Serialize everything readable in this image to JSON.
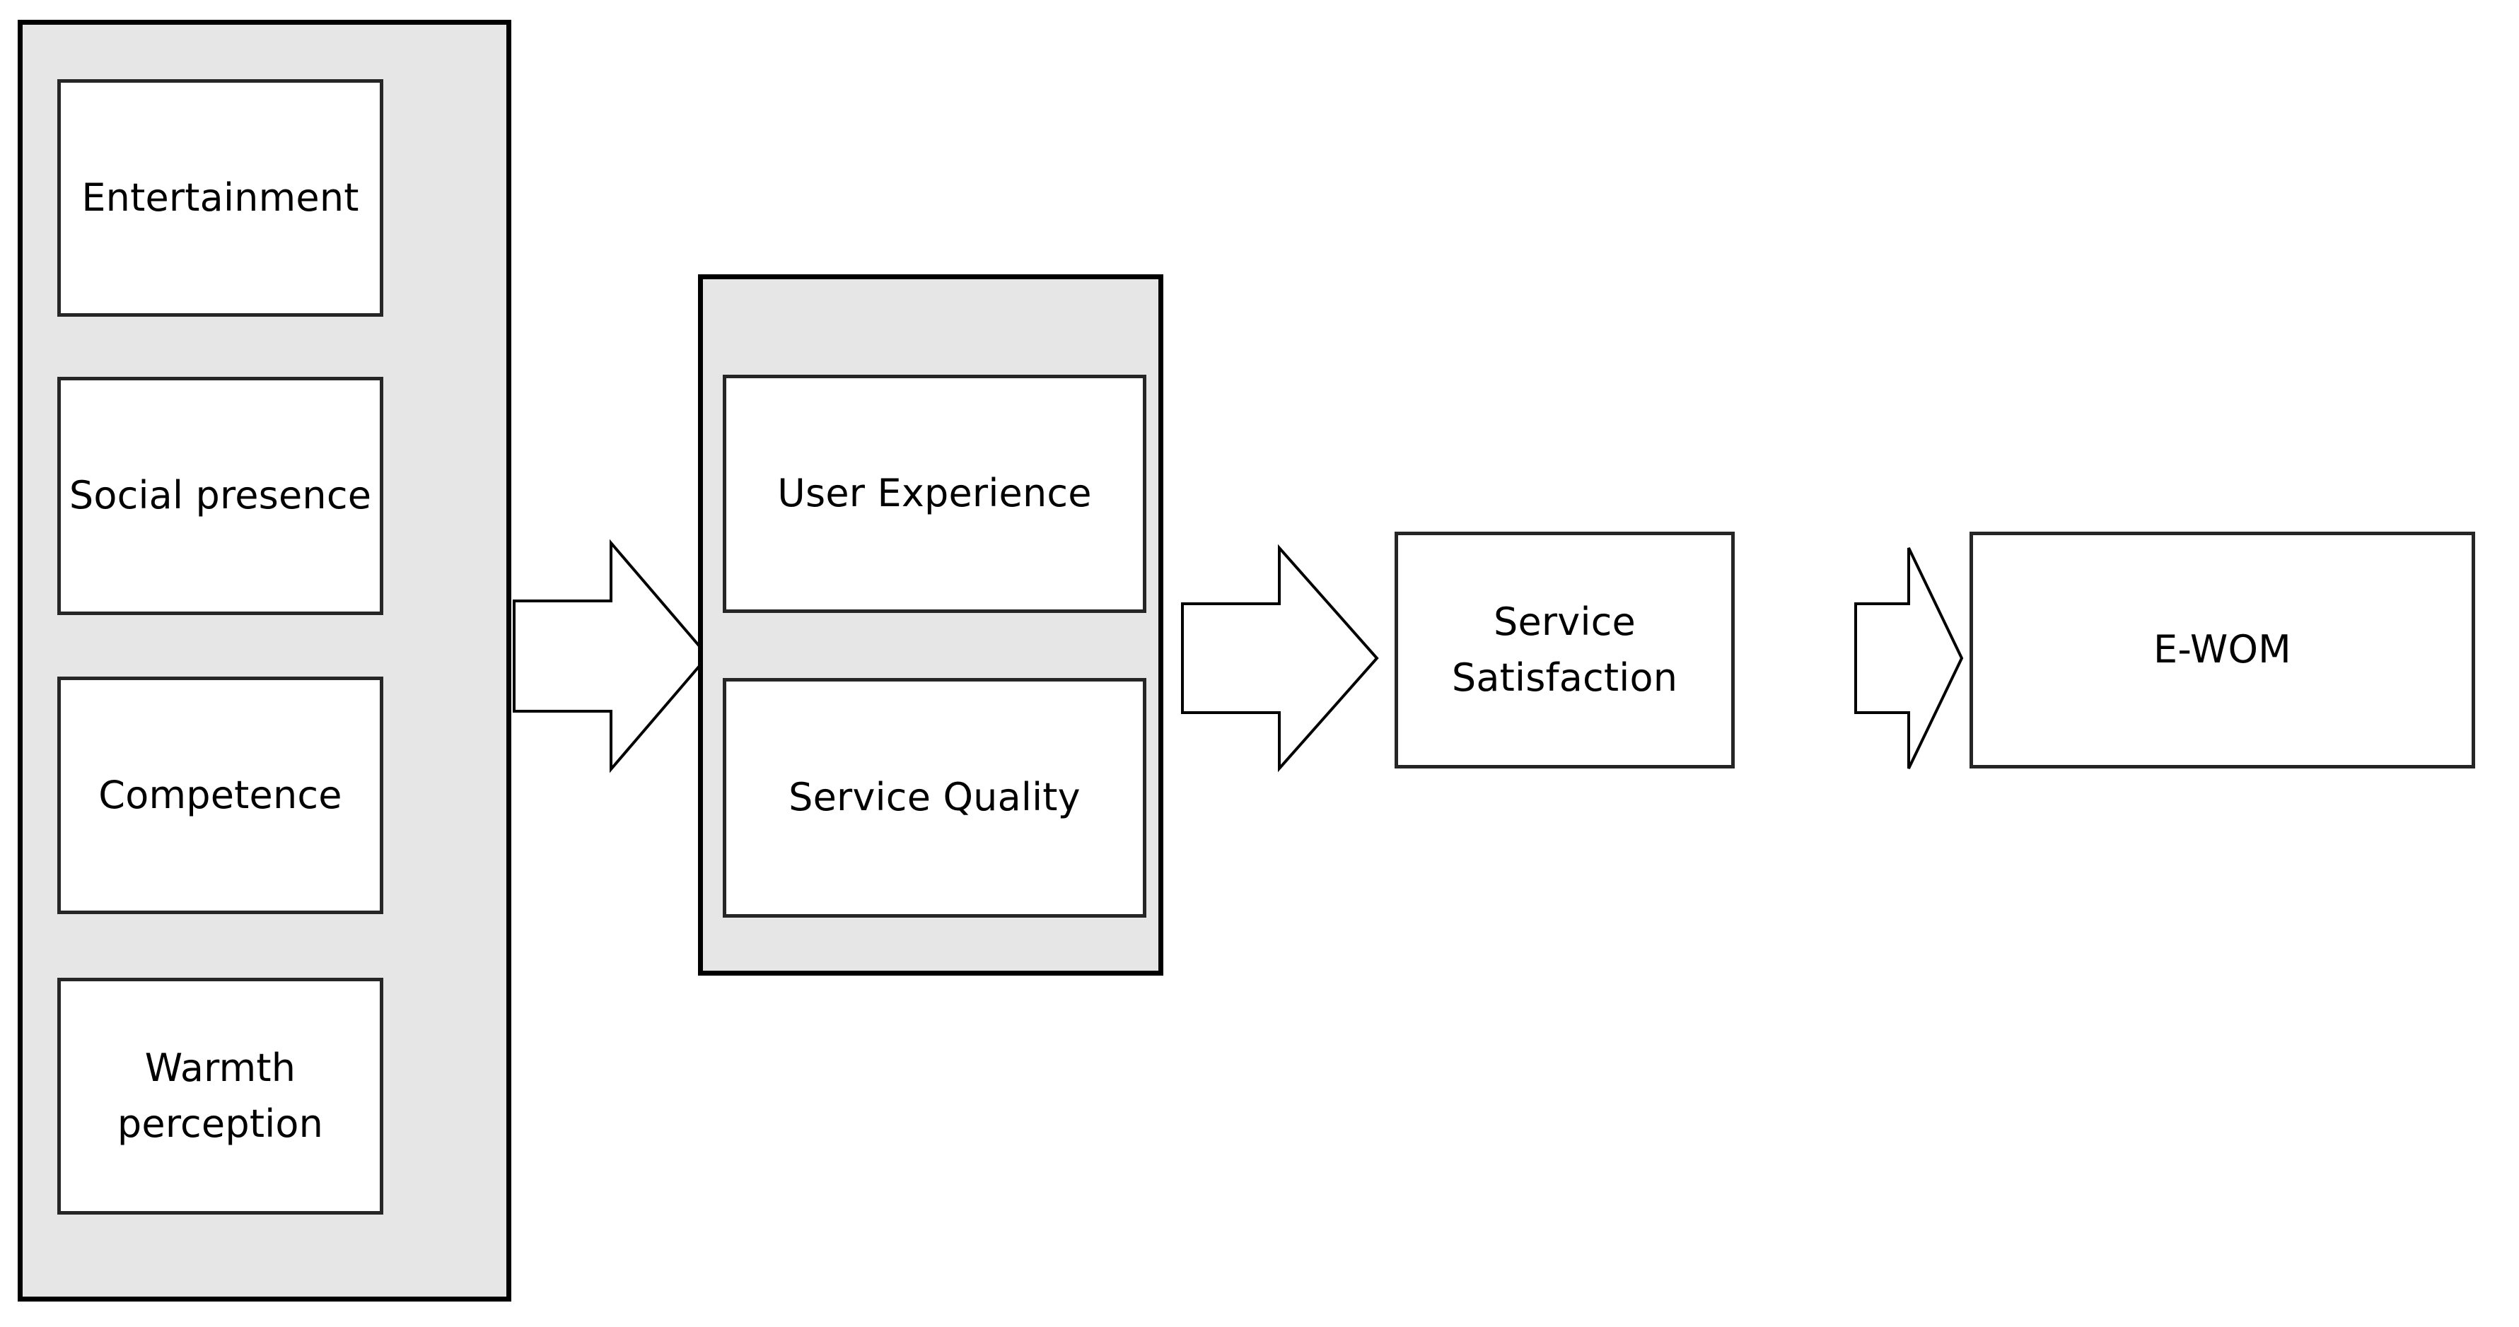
{
  "diagram": {
    "type": "flow-diagram",
    "background_color": "#ffffff",
    "group_fill_color": "#e6e6e6",
    "box_fill_color": "#ffffff",
    "border_color": "#000000",
    "text_color": "#000000",
    "stages": [
      {
        "id": "antecedents",
        "kind": "group",
        "items": [
          {
            "id": "entertainment",
            "label": "Entertainment"
          },
          {
            "id": "social-presence",
            "label": "Social presence"
          },
          {
            "id": "competence",
            "label": "Competence"
          },
          {
            "id": "warmth-perception",
            "label": "Warmth\nperception"
          }
        ]
      },
      {
        "id": "mediators",
        "kind": "group",
        "items": [
          {
            "id": "user-experience",
            "label": "User Experience"
          },
          {
            "id": "service-quality",
            "label": "Service Quality"
          }
        ]
      },
      {
        "id": "satisfaction",
        "kind": "box",
        "items": [
          {
            "id": "service-satisfaction",
            "label": "Service\nSatisfaction"
          }
        ]
      },
      {
        "id": "outcome",
        "kind": "box",
        "items": [
          {
            "id": "e-wom",
            "label": "E-WOM"
          }
        ]
      }
    ],
    "connectors": [
      {
        "id": "arrow-1",
        "from": "antecedents",
        "to": "mediators",
        "glyph": "right-arrow"
      },
      {
        "id": "arrow-2",
        "from": "mediators",
        "to": "satisfaction",
        "glyph": "right-arrow"
      },
      {
        "id": "arrow-3",
        "from": "satisfaction",
        "to": "outcome",
        "glyph": "right-arrow"
      }
    ]
  }
}
